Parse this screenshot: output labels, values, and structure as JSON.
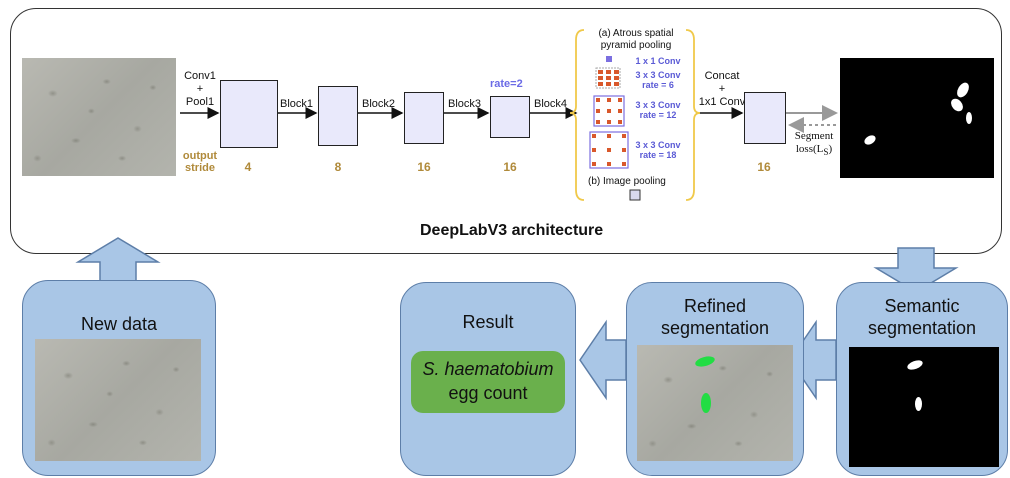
{
  "architecture": {
    "title": "DeepLabV3 architecture",
    "stages": {
      "conv1_pool1": "Conv1\n+\nPool1",
      "block1": "Block1",
      "block2": "Block2",
      "block3": "Block3",
      "block4": "Block4",
      "concat_conv": "Concat\n+\n1x1 Conv"
    },
    "output_stride_label": "output\nstride",
    "strides": [
      "4",
      "8",
      "16",
      "16",
      "16"
    ],
    "rate_label": "rate=2",
    "aspp": {
      "title": "(a) Atrous spatial\npyramid pooling",
      "branches": [
        "1 x 1 Conv",
        "3 x 3 Conv\nrate = 6",
        "3 x 3 Conv\nrate = 12",
        "3 x 3 Conv\nrate = 18"
      ],
      "image_pooling": "(b) Image pooling"
    },
    "loss_label": "Segment\nloss(L",
    "loss_subscript": "S",
    "loss_close": ")"
  },
  "panels": {
    "new_data": "New data",
    "result": "Result",
    "result_species": "S. haematobium",
    "result_count": "egg count",
    "refined": "Refined\nsegmentation",
    "semantic": "Semantic\nsegmentation"
  },
  "colors": {
    "panel_fill": "#a9c6e6",
    "panel_border": "#5d7ea8",
    "result_fill": "#6ab04c",
    "block_fill": "#e9e9fb",
    "stride_color": "#b08a3a",
    "aspp_text": "#5b5bd6",
    "aspp_bracket": "#f0c94a",
    "detection_green": "#22dd44"
  }
}
